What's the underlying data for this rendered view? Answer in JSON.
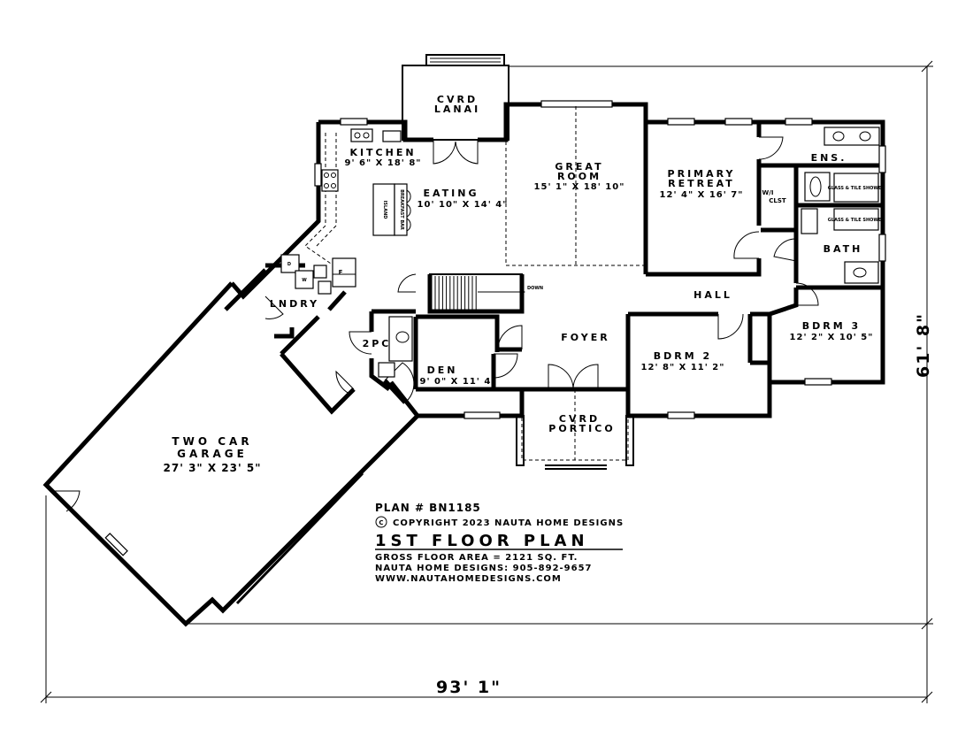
{
  "plan": {
    "number_label": "PLAN # BN1185",
    "copyright_symbol": "C",
    "copyright": "COPYRIGHT 2023 NAUTA HOME DESIGNS",
    "title": "1ST FLOOR PLAN",
    "gross_area": "GROSS  FLOOR AREA  =  2121  SQ. FT.",
    "phone": "NAUTA HOME DESIGNS:  905-892-9657",
    "website": "WWW.NAUTAHOMEDESIGNS.COM",
    "overall_width": "93' 1\"",
    "overall_depth": "61' 8\""
  },
  "rooms": {
    "lanai": {
      "line1": "CVRD",
      "line2": "LANAI"
    },
    "kitchen": {
      "name": "KITCHEN",
      "size": "9' 6\" X 18' 8\""
    },
    "eating": {
      "name": "EATING",
      "size": "10' 10\" X 14' 4\""
    },
    "great_room": {
      "line1": "GREAT",
      "line2": "ROOM",
      "size": "15' 1\" X 18' 10\""
    },
    "primary": {
      "line1": "PRIMARY",
      "line2": "RETREAT",
      "size": "12' 4\" X 16' 7\""
    },
    "ensuite": {
      "name": "ENS."
    },
    "wic": {
      "line1": "W/I",
      "line2": "CLST"
    },
    "bath": {
      "name": "BATH"
    },
    "hall": {
      "name": "HALL"
    },
    "bdrm3": {
      "name": "BDRM 3",
      "size": "12' 2\" X 10' 5\""
    },
    "bdrm2": {
      "name": "BDRM 2",
      "size": "12' 8\" X 11' 2\""
    },
    "foyer": {
      "name": "FOYER"
    },
    "den": {
      "name": "DEN",
      "size": "9' 0\" X 11' 4\""
    },
    "powder": {
      "name": "2PC"
    },
    "laundry": {
      "name": "LNDRY"
    },
    "portico": {
      "line1": "CVRD",
      "line2": "PORTICO"
    },
    "garage": {
      "line1": "TWO CAR",
      "line2": "GARAGE",
      "size": "27' 3\" X 23' 5\""
    }
  },
  "fixtures": {
    "island": "ISLAND",
    "breakfast_bar": "BREAKFAST BAR",
    "stair": "DOWN",
    "shower1": "GLASS & TILE SHOWER",
    "shower2": "GLASS & TILE SHOWER",
    "dryer": "D",
    "washer": "W",
    "freezer": "F"
  }
}
